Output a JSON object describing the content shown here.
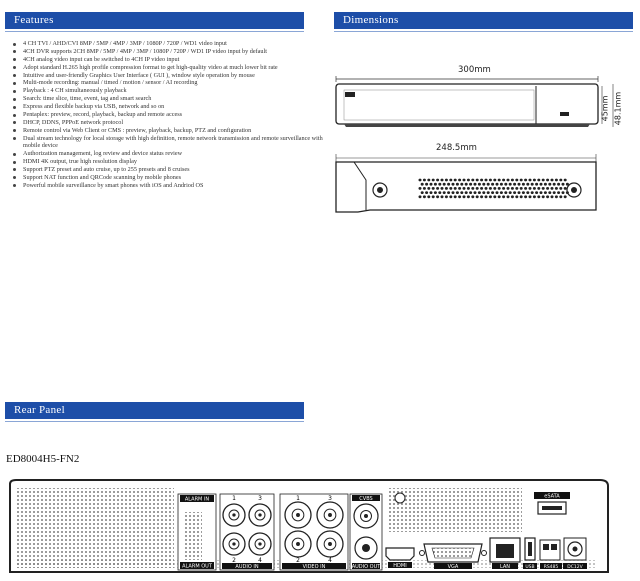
{
  "sections": {
    "features": "Features",
    "dimensions": "Dimensions",
    "rear_panel": "Rear Panel"
  },
  "features": [
    "4 CH TVI / AHD/CVI 8MP / 5MP / 4MP / 3MP / 1080P / 720P / WD1 video input",
    "4CH DVR supports 2CH 8MP / 5MP / 4MP / 3MP / 1080P / 720P / WD1 IP video input by default",
    "4CH analog video input can be switched to 4CH IP video input",
    "Adopt standard H.265 high profile compression format to get high-quality video at much lower bit rate",
    "Intuitive and user-friendly Graphics User Interface ( GUI ), window style operation by mouse",
    "Multi-mode recording: manual / timed / motion / sensor / AI recording",
    "Playback : 4  CH simultaneously playback",
    "Search: time slice, time, event, tag and smart search",
    "Express and flexible backup via USB, network and so on",
    "Pentaplex: preview, record, playback, backup and remote access",
    "DHCP, DDNS, PPPoE network protocol",
    "Remote control via Web Client or CMS : preview, playback, backup, PTZ and configuration",
    "Dual stream technology for local storage with high definition, remote network transmission and remote surveillance with mobile device",
    "Authorization management, log review and device status review",
    "HDMI 4K output, true high resolution display",
    "Support PTZ preset and auto cruise, up to 255 presets and 8 cruises",
    "Support NAT function and QRCode scanning by mobile phones",
    "Powerful mobile surveillance by smart phones with iOS and Andriod OS"
  ],
  "dimensions": {
    "width": "300mm",
    "height_front": "45mm",
    "height_total": "48.1mm",
    "depth": "248.5mm"
  },
  "model": "ED8004H5-FN2",
  "rear": {
    "alarm_in": "ALARM IN",
    "alarm_out": "ALARM OUT",
    "audio_in": "AUDIO IN",
    "video_in": "VIDEO IN",
    "cvbs": "CVBS",
    "audio_out": "AUDIO OUT",
    "hdmi": "HDMI",
    "vga": "VGA",
    "lan": "LAN",
    "usb": "USB",
    "rs485": "RS485",
    "dc12v": "DC12V",
    "esata": "eSATA",
    "ch1": "1",
    "ch2": "2",
    "ch3": "3",
    "ch4": "4"
  }
}
